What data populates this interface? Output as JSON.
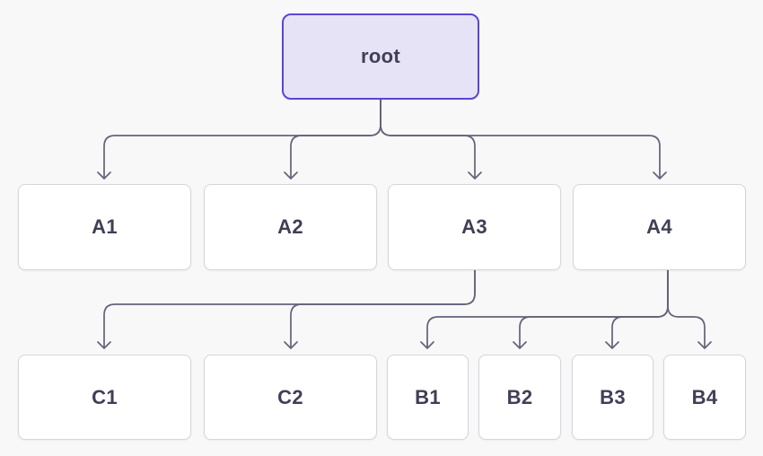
{
  "diagram": {
    "type": "tree",
    "colors": {
      "background": "#f8f8f9",
      "edge": "#63637a",
      "node_fill": "#ffffff",
      "node_border": "#d5d5dd",
      "node_text": "#3f3f55",
      "root_fill": "#e7e3f6",
      "root_border": "#5b46d4"
    },
    "nodes": {
      "root": {
        "label": "root"
      },
      "a1": {
        "label": "A1"
      },
      "a2": {
        "label": "A2"
      },
      "a3": {
        "label": "A3"
      },
      "a4": {
        "label": "A4"
      },
      "c1": {
        "label": "C1"
      },
      "c2": {
        "label": "C2"
      },
      "b1": {
        "label": "B1"
      },
      "b2": {
        "label": "B2"
      },
      "b3": {
        "label": "B3"
      },
      "b4": {
        "label": "B4"
      }
    },
    "edges": [
      {
        "from": "root",
        "to": "A1"
      },
      {
        "from": "root",
        "to": "A2"
      },
      {
        "from": "root",
        "to": "A3"
      },
      {
        "from": "root",
        "to": "A4"
      },
      {
        "from": "A3",
        "to": "C1"
      },
      {
        "from": "A3",
        "to": "C2"
      },
      {
        "from": "A4",
        "to": "B1"
      },
      {
        "from": "A4",
        "to": "B2"
      },
      {
        "from": "A4",
        "to": "B3"
      },
      {
        "from": "A4",
        "to": "B4"
      }
    ]
  }
}
